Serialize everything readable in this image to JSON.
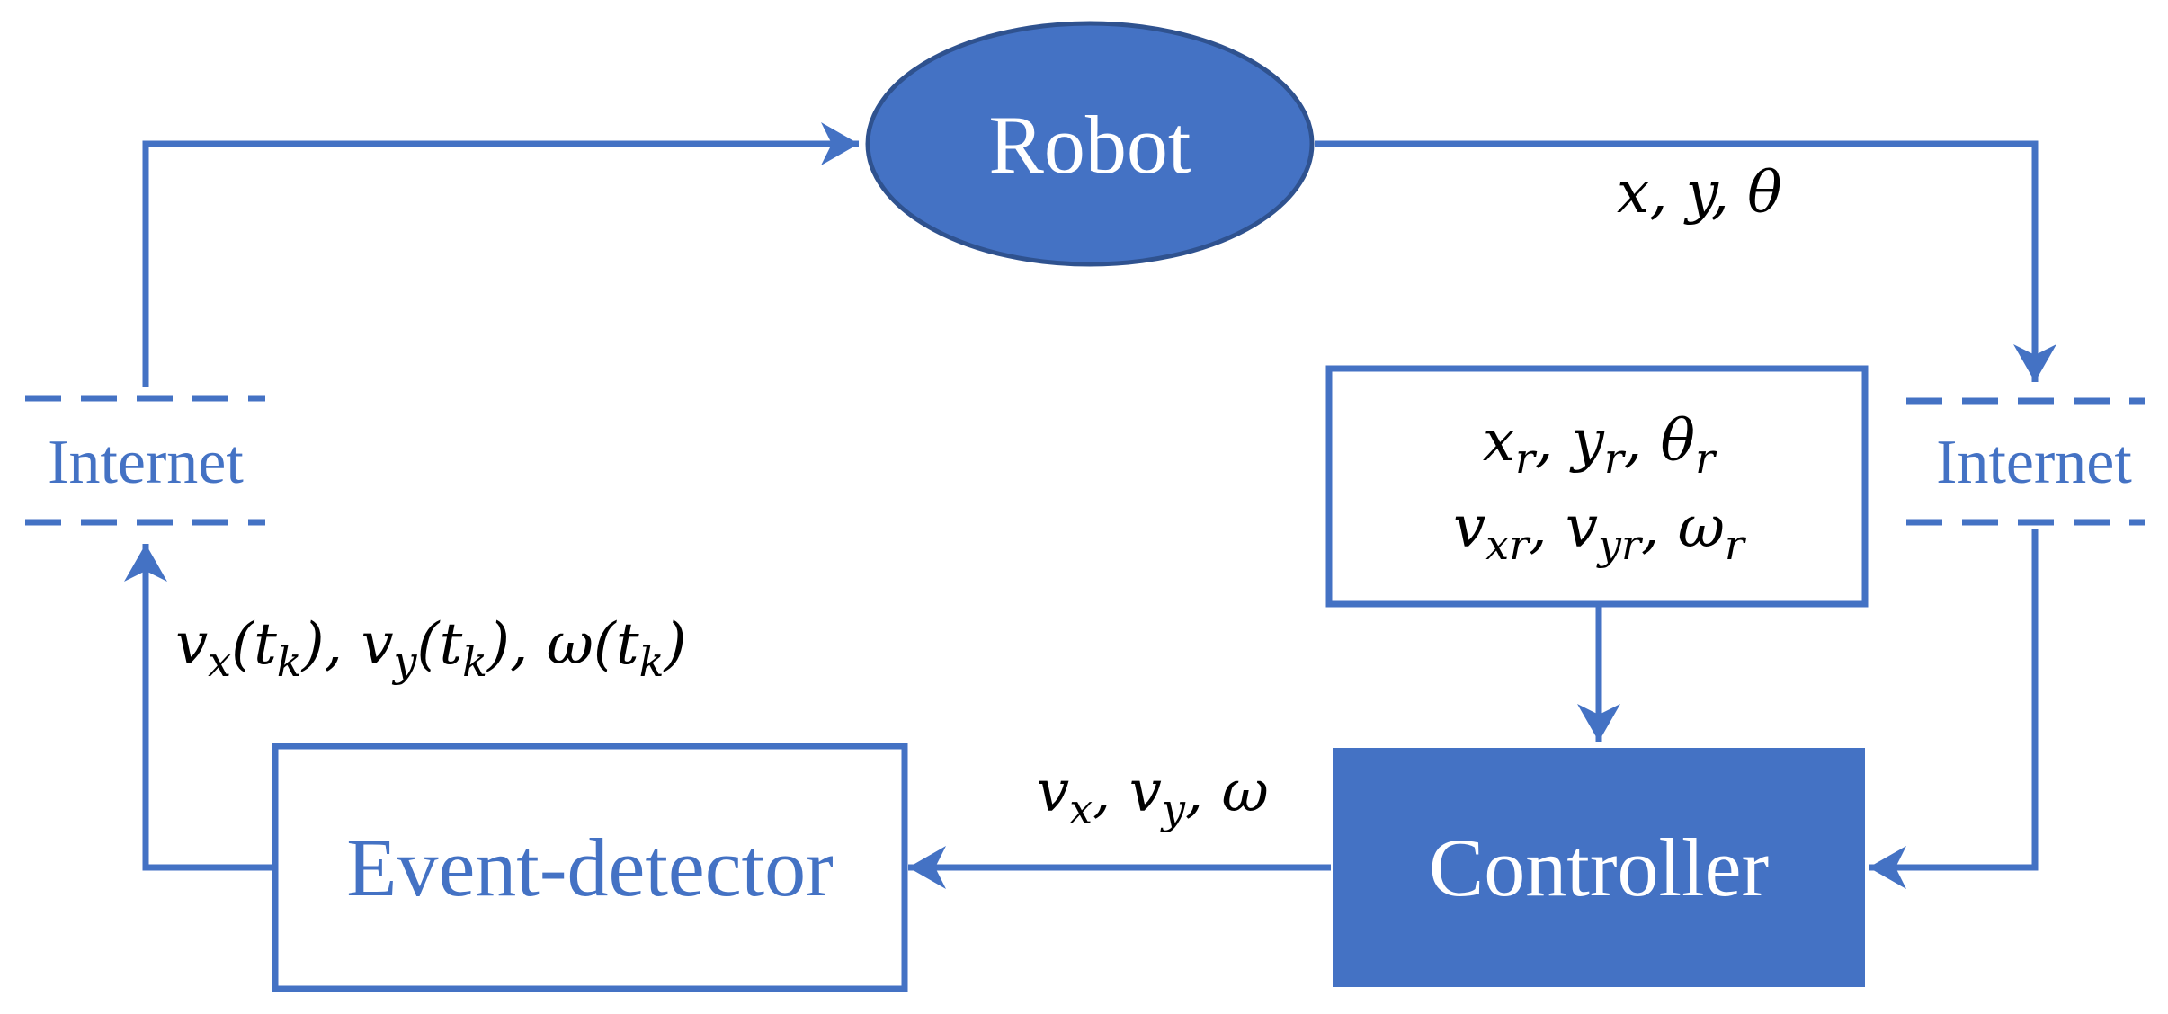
{
  "colors": {
    "primary": "#4472C4",
    "border_dark": "#2F528F",
    "text_on_primary": "#FFFFFF",
    "math_text": "#000000",
    "background": "#FFFFFF"
  },
  "nodes": {
    "robot": {
      "label": "Robot"
    },
    "reference": {
      "line1": "x_r, y_r, θ_r",
      "line2": "v_xr, v_yr, ω_r"
    },
    "controller": {
      "label": "Controller"
    },
    "event_detector": {
      "label": "Event-detector"
    },
    "internet_left": {
      "label": "Internet"
    },
    "internet_right": {
      "label": "Internet"
    }
  },
  "edge_labels": {
    "robot_state": "x, y, θ",
    "controller_output": "v_x, v_y, ω",
    "event_output": "v_x(t_k), v_y(t_k), ω(t_k)"
  }
}
